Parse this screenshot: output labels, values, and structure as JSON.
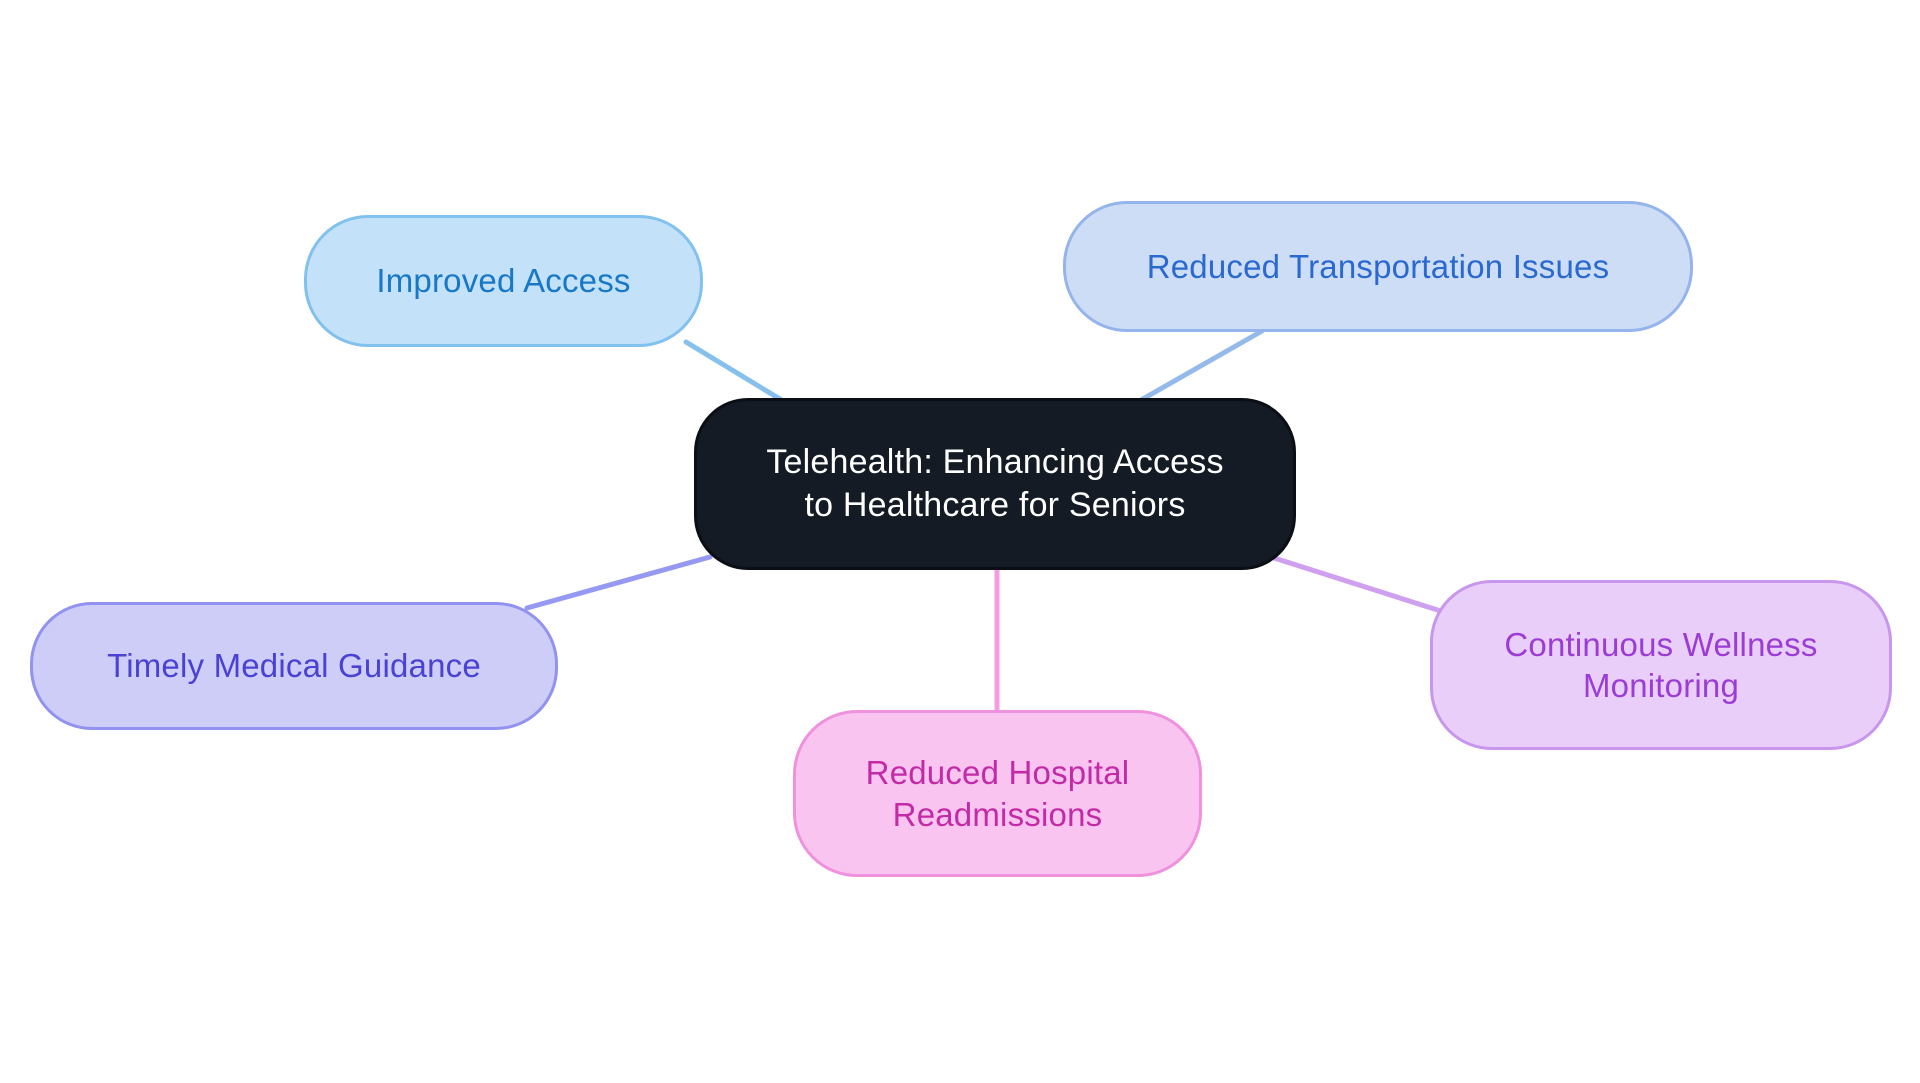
{
  "diagram": {
    "type": "mindmap",
    "background_color": "#ffffff",
    "center": {
      "label": "Telehealth: Enhancing Access to Healthcare for Seniors",
      "label_line1": "Telehealth: Enhancing Access",
      "label_line2": "to Healthcare for Seniors",
      "fill": "#141b24",
      "border": "#0b0f15",
      "text_color": "#ffffff"
    },
    "branches": [
      {
        "id": "improved-access",
        "label": "Improved Access",
        "fill": "#c3e1f8",
        "border": "#81c1ee",
        "text_color": "#1878c8",
        "line_color": "#86c0ec"
      },
      {
        "id": "reduced-transportation-issues",
        "label": "Reduced Transportation Issues",
        "fill": "#cdddf6",
        "border": "#94b4ec",
        "text_color": "#2a69d0",
        "line_color": "#94baec"
      },
      {
        "id": "timely-medical-guidance",
        "label": "Timely Medical Guidance",
        "fill": "#cdcdf8",
        "border": "#9292f0",
        "text_color": "#4942d3",
        "line_color": "#9699f1"
      },
      {
        "id": "reduced-hospital-readmissions",
        "label": "Reduced Hospital Readmissions",
        "fill": "#fac4f0",
        "border": "#f091de",
        "text_color": "#c22aa6",
        "line_color": "#f49ce3"
      },
      {
        "id": "continuous-wellness-monitoring",
        "label": "Continuous Wellness Monitoring",
        "fill": "#e9cef9",
        "border": "#c897ed",
        "text_color": "#9c3cd6",
        "line_color": "#cf9ff0"
      }
    ]
  }
}
